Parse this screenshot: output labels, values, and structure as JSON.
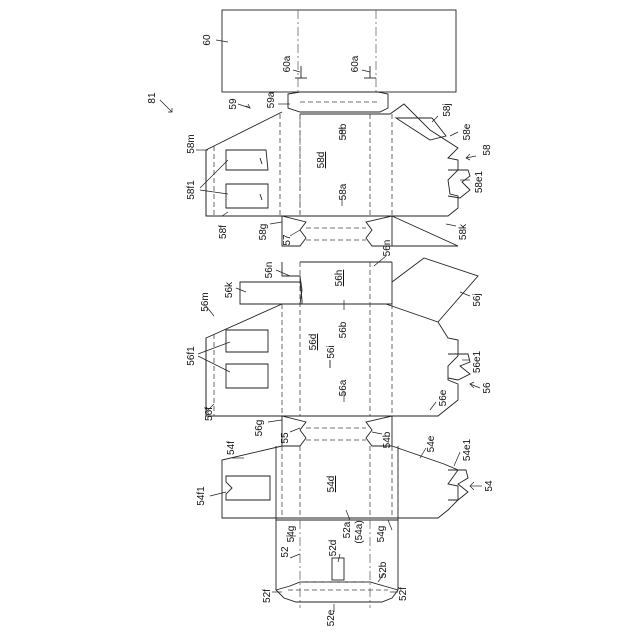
{
  "labels": {
    "l81": "81",
    "l60": "60",
    "l60a_1": "60a",
    "l60a_2": "60a",
    "l59": "59",
    "l59a": "59a",
    "l58j": "58j",
    "l58e": "58e",
    "l58": "58",
    "l58e1": "58e1",
    "l58m": "58m",
    "l58f1": "58f1",
    "l58b": "58b",
    "l58d": "58d",
    "l58a": "58a",
    "l58f": "58f",
    "l58g": "58g",
    "l57": "57",
    "l58k": "58k",
    "l56n_1": "56n",
    "l56n_2": "56n",
    "l56k": "56k",
    "l56h": "56h",
    "l56j": "56j",
    "l56m": "56m",
    "l56d": "56d",
    "l56b": "56b",
    "l56i": "56i",
    "l56f1": "56f1",
    "l56e1": "56e1",
    "l56a": "56a",
    "l56": "56",
    "l56f": "56f",
    "l56g": "56g",
    "l55": "55",
    "l56e": "56e",
    "l54b": "54b",
    "l54f": "54f",
    "l54e": "54e",
    "l54e1": "54e1",
    "l54d": "54d",
    "l54f1": "54f1",
    "l54": "54",
    "l52": "52",
    "l54g_1": "54g",
    "l54g_2": "54g",
    "l52a": "52a",
    "l54a": "(54a)",
    "l52d": "52d",
    "l52b": "52b",
    "l52f_1": "52f",
    "l52f_2": "52f",
    "l52e": "52e"
  }
}
